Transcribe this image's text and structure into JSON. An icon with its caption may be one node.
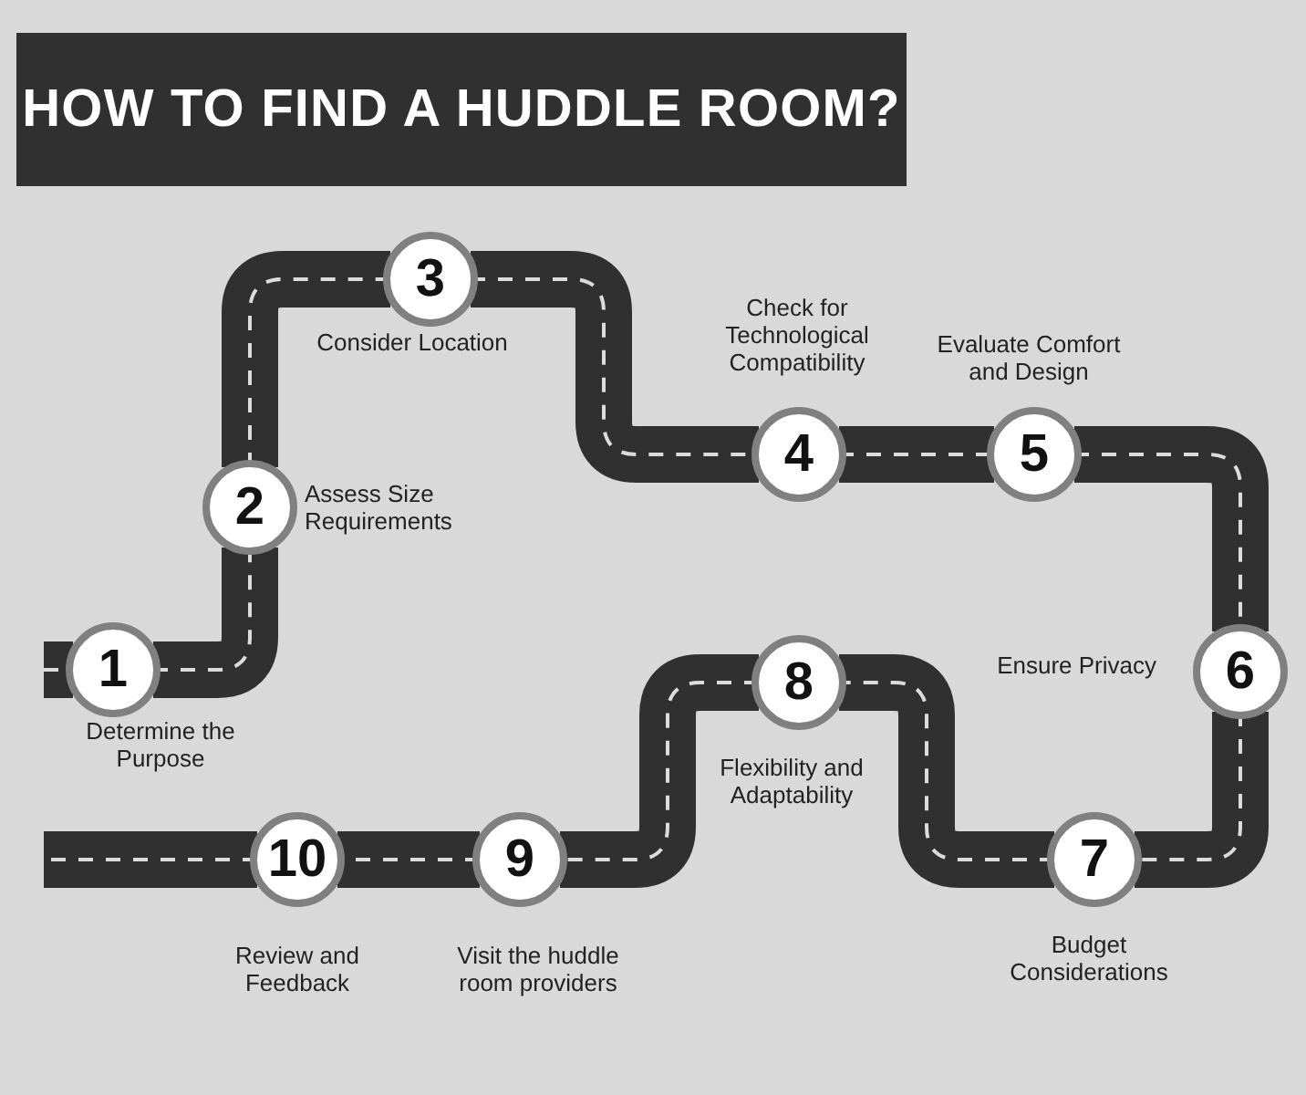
{
  "diagram": {
    "title": "HOW TO FIND A HUDDLE ROOM?",
    "nodes": [
      {
        "text": [
          "1"
        ],
        "beside": [
          "Determine the Purpose"
        ]
      },
      {
        "text": [
          "2"
        ],
        "beside": [
          "Assess Size Requirements"
        ]
      },
      {
        "text": [
          "3"
        ],
        "beside": [
          "Consider Location"
        ]
      },
      {
        "text": [
          "4"
        ],
        "beside": [
          "Check for Technological Compatibility"
        ]
      },
      {
        "text": [
          "5"
        ],
        "beside": [
          "Evaluate Comfort and Design"
        ]
      },
      {
        "text": [
          "6"
        ],
        "beside": [
          "Ensure Privacy"
        ]
      },
      {
        "text": [
          "7"
        ],
        "beside": [
          "Budget Considerations"
        ]
      },
      {
        "text": [
          "8"
        ],
        "beside": [
          "Flexibility and Adaptability"
        ]
      },
      {
        "text": [
          "9"
        ],
        "beside": [
          "Visit the huddle room providers"
        ]
      },
      {
        "text": [
          "10"
        ],
        "beside": [
          "Review and Feedback"
        ]
      }
    ],
    "edges": [
      {
        "from": null,
        "to": 0,
        "arrow": "none"
      },
      {
        "from": 0,
        "to": 1,
        "arrow": "none"
      },
      {
        "from": 1,
        "to": 2,
        "arrow": "none"
      },
      {
        "from": 2,
        "to": 3,
        "arrow": "none"
      },
      {
        "from": 3,
        "to": 4,
        "arrow": "none"
      },
      {
        "from": 4,
        "to": 5,
        "arrow": "none"
      },
      {
        "from": 5,
        "to": 6,
        "arrow": "none"
      },
      {
        "from": 6,
        "to": 7,
        "arrow": "none"
      },
      {
        "from": 7,
        "to": 8,
        "arrow": "none"
      },
      {
        "from": 8,
        "to": 9,
        "arrow": "none"
      },
      {
        "from": 9,
        "to": null,
        "arrow": "none"
      }
    ]
  }
}
